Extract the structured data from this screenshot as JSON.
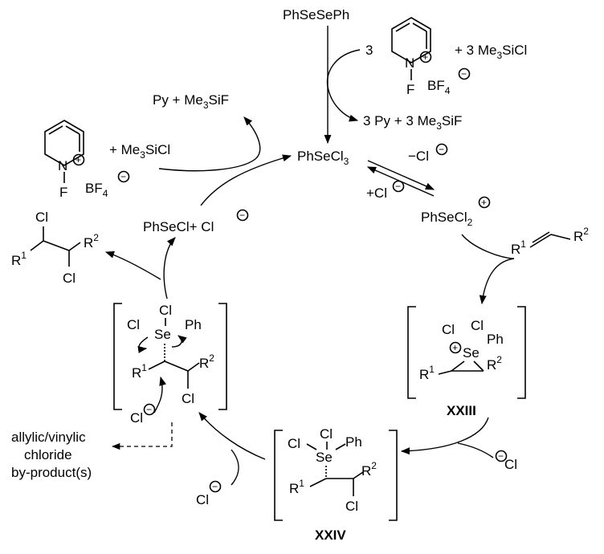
{
  "reagents": {
    "diselenide": "PhSeSePh",
    "coeff_3": "3",
    "plus_3_me3sicl": "+ 3 Me",
    "plus_me3sicl": "+ Me",
    "sicl": "SiCl",
    "n": "N",
    "f": "F",
    "bf": "BF",
    "four": "4",
    "three": "3"
  },
  "byproducts": {
    "three_py_me3sif_a": "3 Py + 3 Me",
    "sif": "SiF",
    "py_me3sif_a": "Py + Me"
  },
  "species": {
    "phsecl": "PhSeCl",
    "phsecl2_plus": "PhSeCl",
    "two": "2",
    "phsecl_plus_cl": "PhSeCl+ Cl",
    "minus_cl": "−Cl",
    "plus_cl": "+Cl"
  },
  "olefin": {
    "r1": "R",
    "r2": "R",
    "one": "1",
    "two": "2"
  },
  "product": {
    "cl_top": "Cl",
    "cl_bottom": "Cl",
    "r1": "R",
    "r2": "R"
  },
  "intermediates": {
    "xxiii": {
      "label": "XXIII",
      "cl": "Cl",
      "cl2": "Cl",
      "ph": "Ph",
      "se": "Se",
      "r1": "R",
      "r2": "R"
    },
    "xxiv": {
      "label": "XXIV",
      "cl": "Cl",
      "cl2": "Cl",
      "ph": "Ph",
      "se": "Se",
      "r1": "R",
      "r2": "R",
      "cl_bottom": "Cl"
    },
    "left": {
      "cl_top": "Cl",
      "cl_left": "Cl",
      "ph": "Ph",
      "se": "Se",
      "r1": "R",
      "r2": "R",
      "cl_bottom": "Cl",
      "cl_anion": "Cl"
    }
  },
  "chloride_ions": {
    "right": "Cl",
    "bottom": "Cl"
  },
  "side_products": {
    "line1": "allylic/vinylic",
    "line2": "chloride",
    "line3": "by-product(s)"
  },
  "symbols": {
    "plus": "+",
    "minus": "−"
  }
}
